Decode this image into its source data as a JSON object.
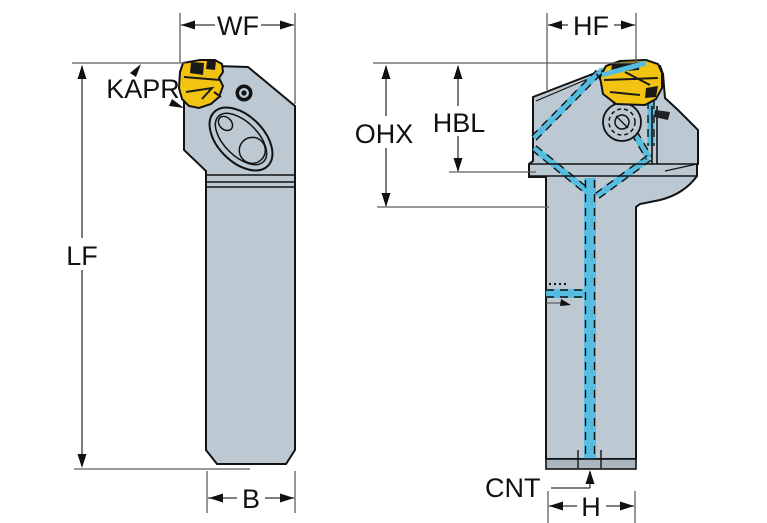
{
  "diagram": {
    "description": "Dimensional technical drawing of a turning tool holder with coolant channels, front view and side view",
    "labels": {
      "wf": "WF",
      "kapr": "KAPR",
      "lf": "LF",
      "b": "B",
      "hf": "HF",
      "ohx": "OHX",
      "hbl": "HBL",
      "cnt": "CNT",
      "h": "H"
    },
    "colors": {
      "body": "#bdc9d2",
      "body_shadow": "#aab7c1",
      "insert_yellow": "#f2c411",
      "coolant_blue": "#57bde0",
      "outline": "#121212",
      "dimension_lines": "#333333"
    }
  }
}
